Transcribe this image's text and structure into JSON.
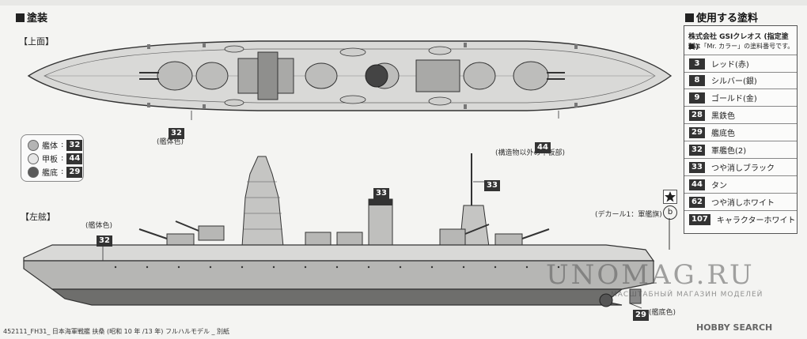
{
  "header": {
    "section_painting": "塗装",
    "section_paints": "使用する塗料"
  },
  "top_view": {
    "label": "【上面】",
    "callout_hull_code": "32",
    "callout_hull_text": "(艦体色)",
    "callout_deck_code": "44",
    "callout_deck_text": "(構造物以外の甲板部)"
  },
  "legend": {
    "items": [
      {
        "name": "艦体",
        "code": "32",
        "color": "#b4b4b4"
      },
      {
        "name": "甲板",
        "code": "44",
        "color": "#e6e6e6"
      },
      {
        "name": "艦底",
        "code": "29",
        "color": "#5a5a5a"
      }
    ]
  },
  "side_view": {
    "label": "【左舷】",
    "hull_text": "(艦体色)",
    "hull_code": "32",
    "funnel_code": "33",
    "mast_code": "33",
    "decal_text": "(デカール1：軍艦旗)",
    "decal_marker": "b",
    "bottom_code": "29",
    "bottom_text": "(艦底色)"
  },
  "paints_panel": {
    "maker": "株式会社 GSIクレオス (指定塗料)",
    "note": "■は「Mr. カラー」の塗料番号です。",
    "items": [
      {
        "code": "3",
        "name": "レッド(赤)"
      },
      {
        "code": "8",
        "name": "シルバー(銀)"
      },
      {
        "code": "9",
        "name": "ゴールド(金)"
      },
      {
        "code": "28",
        "name": "黒鉄色"
      },
      {
        "code": "29",
        "name": "艦底色"
      },
      {
        "code": "32",
        "name": "軍艦色(2)"
      },
      {
        "code": "33",
        "name": "つや消しブラック"
      },
      {
        "code": "44",
        "name": "タン"
      },
      {
        "code": "62",
        "name": "つや消しホワイト"
      },
      {
        "code": "107",
        "name": "キャラクターホワイト"
      }
    ]
  },
  "footer": {
    "text": "452111_FH31_ 日本海軍戦艦 扶桑 (昭和 10 年 /13 年) フルハルモデル _ 別紙"
  },
  "watermark": {
    "main": "UNOMAG.RU",
    "sub": "МАСШТАБНЫЙ МАГАЗИН МОДЕЛЕЙ"
  },
  "brand": "HOBBY SEARCH"
}
